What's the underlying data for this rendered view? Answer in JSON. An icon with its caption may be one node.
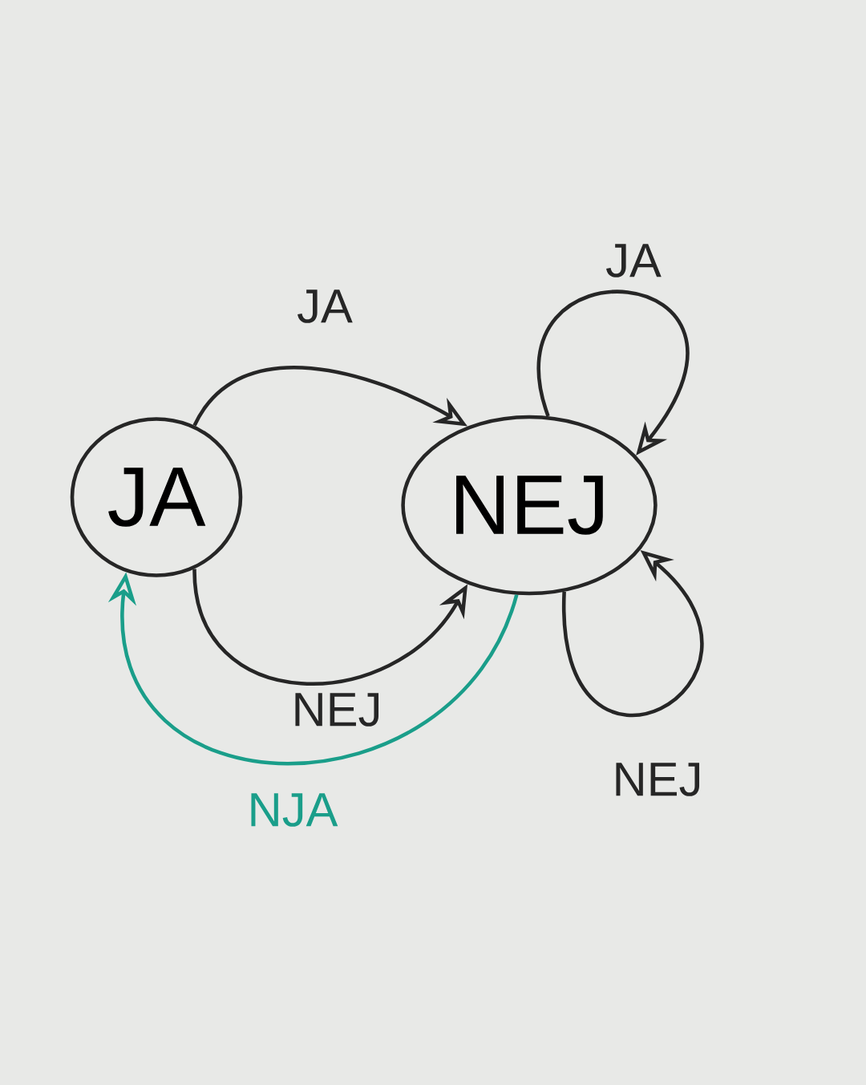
{
  "diagram": {
    "nodes": [
      {
        "text": [
          "JA"
        ]
      },
      {
        "text": [
          "NEJ"
        ]
      }
    ],
    "edges": [
      {
        "from": 0,
        "to": 1,
        "arrow": "to",
        "label": "JA"
      },
      {
        "from": 0,
        "to": 1,
        "arrow": "to",
        "label": "NEJ"
      },
      {
        "from": 1,
        "to": 0,
        "arrow": "to",
        "label": "NJA",
        "color": "#1a9e8a"
      },
      {
        "from": 1,
        "to": 1,
        "arrow": "to",
        "label": "JA"
      },
      {
        "from": 1,
        "to": 1,
        "arrow": "to",
        "label": "NEJ"
      }
    ]
  }
}
